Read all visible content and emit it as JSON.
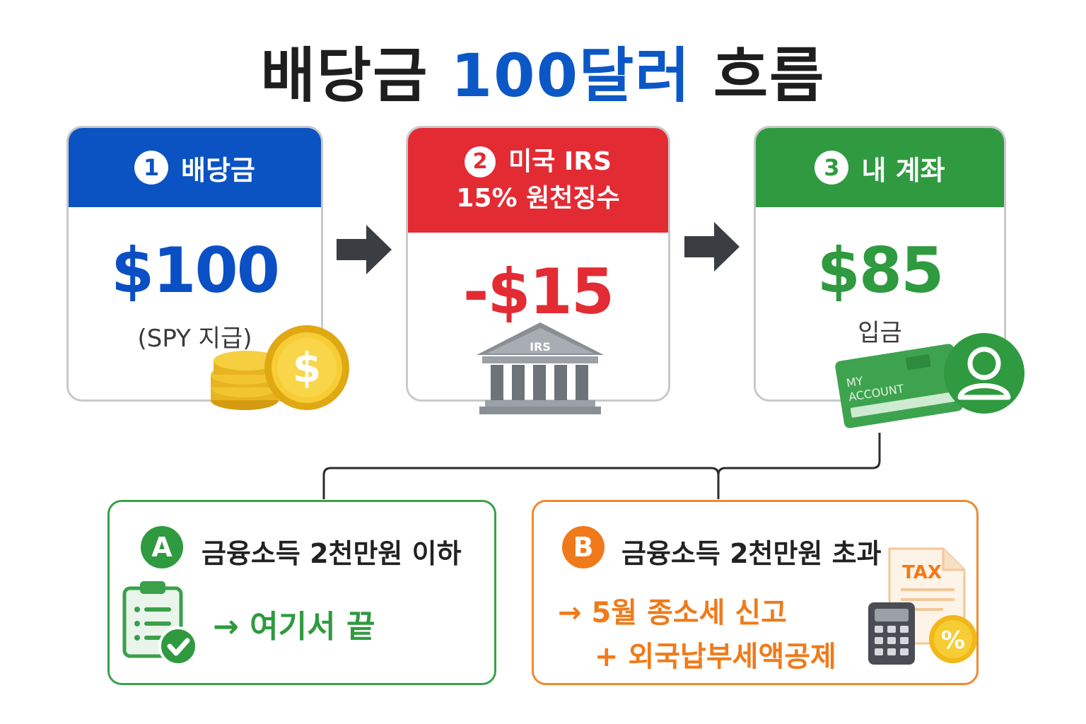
{
  "title": {
    "main": "배당금",
    "accent": "100달러",
    "end": "흐름"
  },
  "steps": [
    {
      "number": "1",
      "header": "배당금",
      "header_line2": "",
      "amount": "$100",
      "note": "(SPY 지급)",
      "color": "#0b53c2",
      "amount_color": "#0b4fc4",
      "icon": "gold-coins-icon"
    },
    {
      "number": "2",
      "header": "미국 IRS",
      "header_line2": "15% 원천징수",
      "amount": "-$15",
      "note": "",
      "color": "#e32b33",
      "amount_color": "#e32b33",
      "icon": "irs-building-icon",
      "icon_label": "IRS"
    },
    {
      "number": "3",
      "header": "내 계좌",
      "header_line2": "",
      "amount": "$85",
      "note": "입금",
      "color": "#2f9a3f",
      "amount_color": "#2f9a3f",
      "icon": "account-card-icon",
      "card_label_1": "MY",
      "card_label_2": "ACCOUNT"
    }
  ],
  "branches": [
    {
      "letter": "A",
      "condition": "금융소득 2천만원 이하",
      "result": "→ 여기서 끝",
      "result_line2": "",
      "color": "#2f9a3f",
      "icon": "clipboard-check-icon"
    },
    {
      "letter": "B",
      "condition": "금융소득 2천만원 초과",
      "result": "→ 5월 종소세 신고",
      "result_line2": "+ 외국납부세액공제",
      "color": "#f07a1a",
      "icon": "tax-calculator-icon",
      "icon_label": "TAX",
      "percent_label": "%"
    }
  ],
  "icons": {
    "arrow": "arrow-right-icon",
    "user": "user-avatar-icon",
    "connector": "connector-lines"
  }
}
